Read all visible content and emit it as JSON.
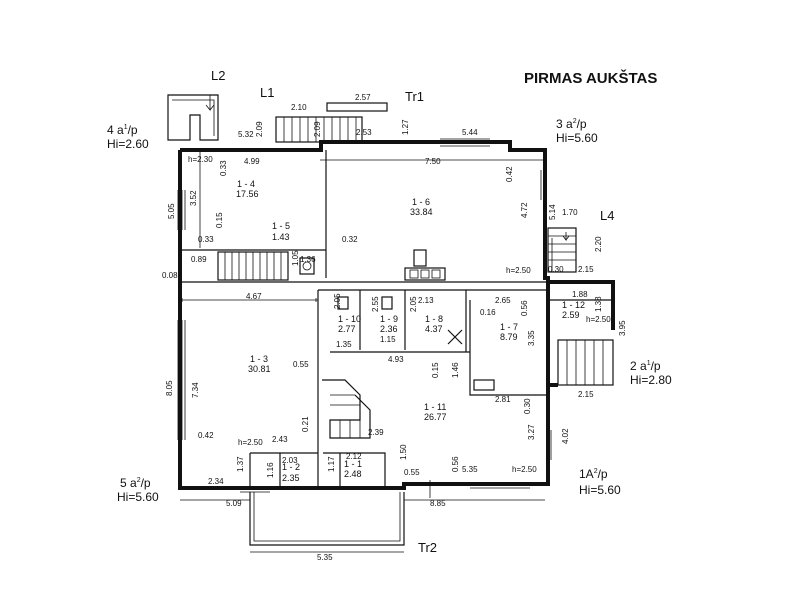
{
  "title": "PIRMAS AUKŠTAS",
  "rooms": [
    {
      "id": "1 - 4",
      "area": "17.56"
    },
    {
      "id": "1 - 5",
      "area": "1.43"
    },
    {
      "id": "1 - 6",
      "area": "33.84"
    },
    {
      "id": "1 - 3",
      "area": "30.81"
    },
    {
      "id": "1 - 10",
      "area": "2.77"
    },
    {
      "id": "1 - 9",
      "area": "2.36"
    },
    {
      "id": "1 - 8",
      "area": "4.37"
    },
    {
      "id": "1 - 7",
      "area": "8.79"
    },
    {
      "id": "1 - 12",
      "area": "2.59"
    },
    {
      "id": "1 - 11",
      "area": "26.77"
    },
    {
      "id": "1 - 2",
      "area": "2.35"
    },
    {
      "id": "1 - 1",
      "area": "2.48"
    }
  ],
  "balconies": [
    {
      "label": "4 a",
      "sup": "1",
      "unit": "/p",
      "height": "Hi=2.60"
    },
    {
      "label": "3 a",
      "sup": "2",
      "unit": "/p",
      "height": "Hi=5.60"
    },
    {
      "label": "2 a",
      "sup": "1",
      "unit": "/p",
      "height": "Hi=2.80"
    },
    {
      "label": "5 a",
      "sup": "2",
      "unit": "/p",
      "height": "Hi=5.60"
    },
    {
      "label": "1A",
      "sup": "2",
      "unit": "/p",
      "height": "Hi=5.60"
    }
  ],
  "markers": [
    "L2",
    "L1",
    "Tr1",
    "L4",
    "Tr2"
  ],
  "dimensions": [
    "2.10",
    "2.57",
    "5.32",
    "2.09",
    "2.09",
    "2.53",
    "1.27",
    "5.44",
    "h=2.30",
    "0.33",
    "4.99",
    "7.50",
    "0.42",
    "3.52",
    "5.05",
    "0.15",
    "0.33",
    "1.05",
    "1.36",
    "0.32",
    "4.72",
    "5.14",
    "1.70",
    "2.20",
    "0.89",
    "0.08",
    "h=2.50",
    "0.30",
    "2.15",
    "4.67",
    "2.05",
    "2.55",
    "2.05",
    "2.13",
    "2.65",
    "1.88",
    "0.16",
    "0.56",
    "1.38",
    "h=2.50",
    "3.95",
    "1.35",
    "1.15",
    "3.35",
    "4.93",
    "0.55",
    "1.46",
    "0.15",
    "7.34",
    "8.05",
    "2.81",
    "2.15",
    "0.30",
    "0.42",
    "h=2.50",
    "2.43",
    "0.21",
    "2.39",
    "1.50",
    "3.27",
    "4.02",
    "1.37",
    "2.03",
    "1.16",
    "2.12",
    "1.17",
    "0.55",
    "0.56",
    "5.35",
    "h=2.50",
    "2.34",
    "5.09",
    "8.85",
    "5.35"
  ]
}
